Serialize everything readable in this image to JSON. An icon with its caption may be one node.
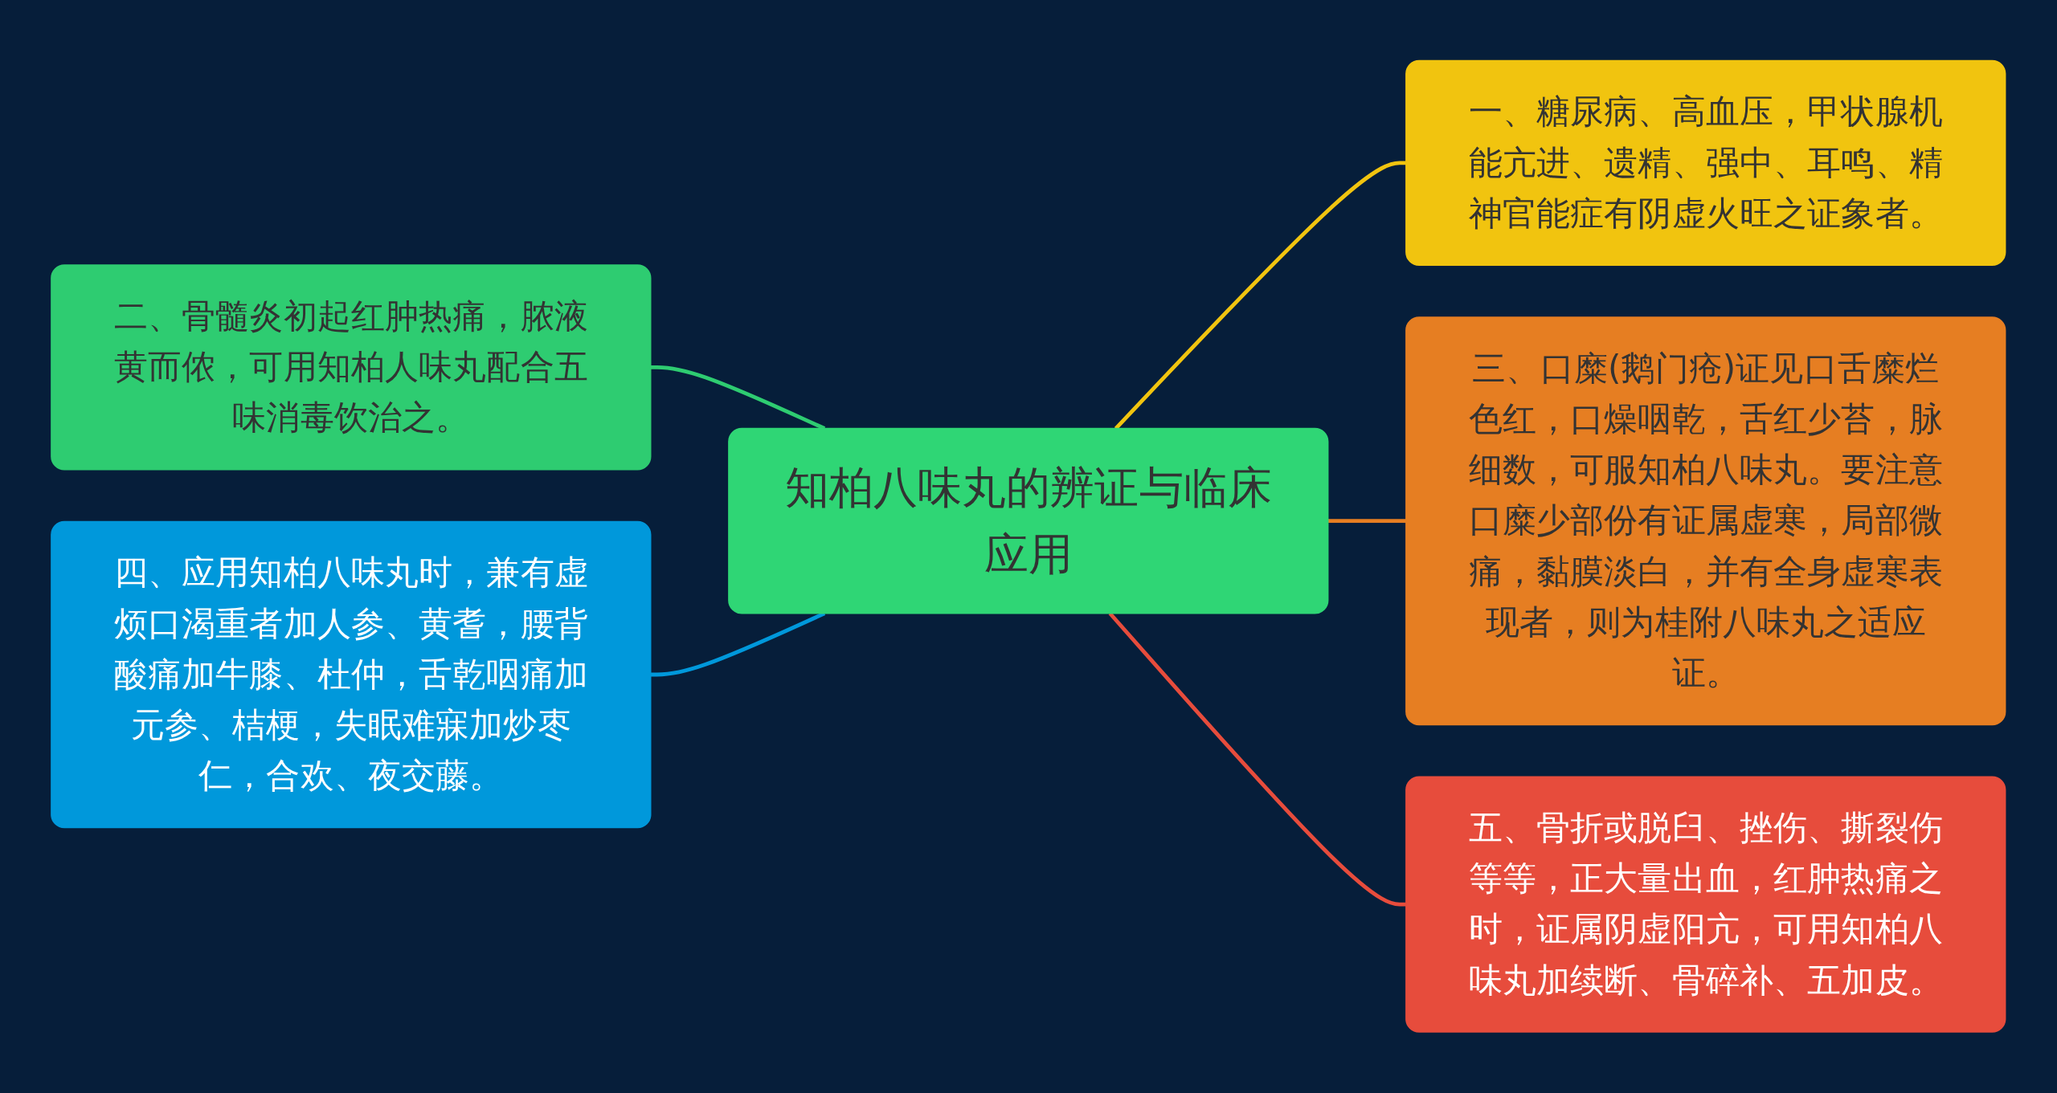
{
  "diagram": {
    "nodes": [
      {
        "text": [
          "知柏八味丸的辨证与临床应用"
        ]
      },
      {
        "text": [
          "一、糖尿病、高血压，甲状腺机能亢进、遗精、强中、耳鸣、精神官能症有阴虚火旺之证象者。"
        ]
      },
      {
        "text": [
          "三、口糜(鹅门疮)证见口舌糜烂色红，口燥咽乾，舌红少苔，脉细数，可服知柏八味丸。要注意口糜少部份有证属虚寒，局部微痛，黏膜淡白，并有全身虚寒表现者，则为桂附八味丸之适应证。"
        ]
      },
      {
        "text": [
          "五、骨折或脱臼、挫伤、撕裂伤等等，正大量出血，红肿热痛之时，证属阴虚阳亢，可用知柏八味丸加续断、骨碎补、五加皮。"
        ]
      },
      {
        "text": [
          "二、骨髓炎初起红肿热痛，脓液黄而侬，可用知柏人味丸配合五味消毒饮治之。"
        ]
      },
      {
        "text": [
          "四、应用知柏八味丸时，兼有虚烦口渴重者加人参、黄耆，腰背酸痛加牛膝、杜仲，舌乾咽痛加元参、桔梗，失眠难寐加炒枣仁，合欢、夜交藤。"
        ]
      }
    ],
    "edges": [
      {
        "from": 0,
        "to": 1,
        "arrow": "none",
        "color": "#f1c40f"
      },
      {
        "from": 0,
        "to": 2,
        "arrow": "none",
        "color": "#e67e22"
      },
      {
        "from": 0,
        "to": 3,
        "arrow": "none",
        "color": "#e74c3c"
      },
      {
        "from": 4,
        "to": 0,
        "arrow": "none",
        "color": "#2ecc71"
      },
      {
        "from": 5,
        "to": 0,
        "arrow": "none",
        "color": "#0098db"
      }
    ]
  }
}
